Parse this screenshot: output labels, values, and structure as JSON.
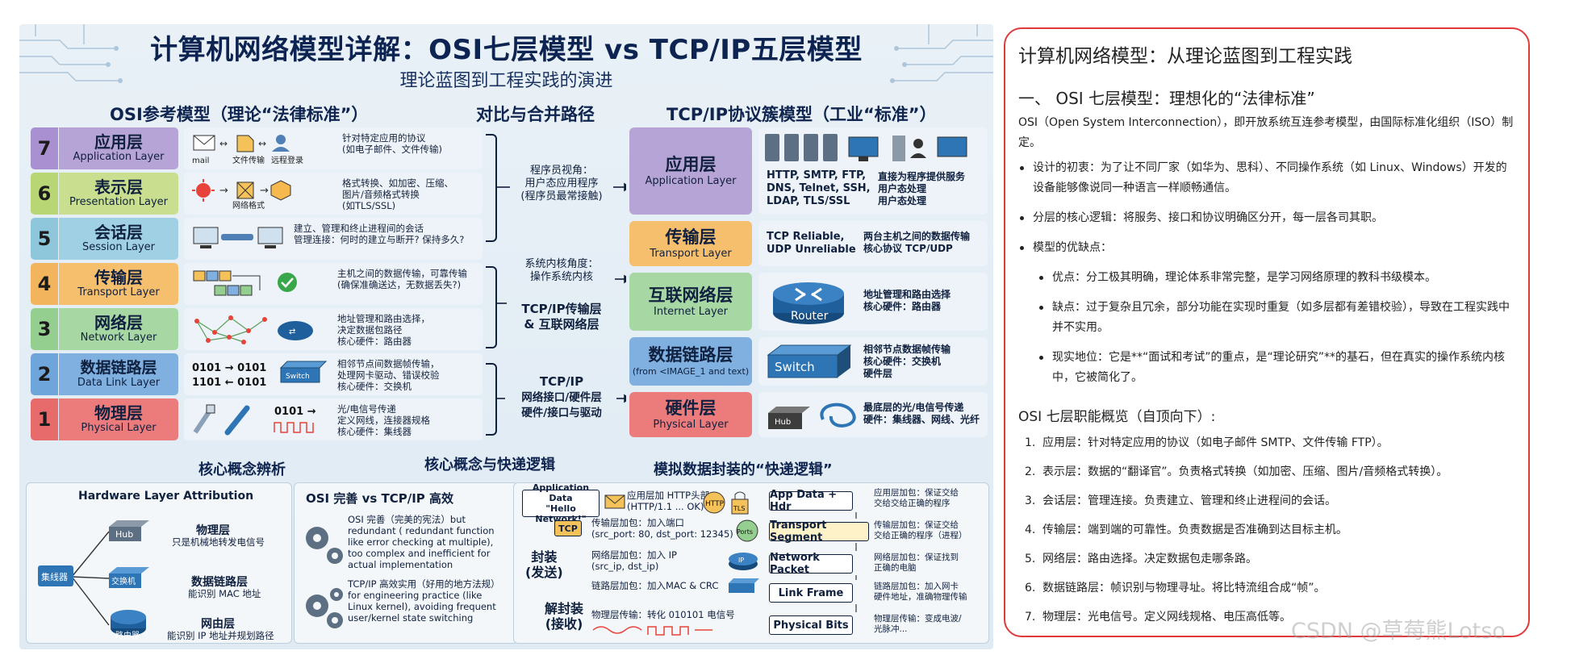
{
  "poster": {
    "title": "计算机网络模型详解：OSI七层模型 vs TCP/IP五层模型",
    "subtitle": "理论蓝图到工程实践的演进",
    "osi_head": "OSI参考模型（理论“法律标准”）",
    "mid_head": "对比与合并路径",
    "tcp_head": "TCP/IP协议簇模型（工业“标准”）",
    "osi_layers": [
      {
        "num": "7",
        "zh": "应用层",
        "en": "Application Layer",
        "desc": "针对特定应用的协议\n(如电子邮件、文件传输)",
        "icons": [
          "mail",
          "文件传输",
          "远程登录"
        ]
      },
      {
        "num": "6",
        "zh": "表示层",
        "en": "Presentation Layer",
        "desc": "格式转换、如加密、压缩、\n图片/音频格式转换\n(如TLS/SSL)",
        "icons": [
          "网络格式"
        ]
      },
      {
        "num": "5",
        "zh": "会话层",
        "en": "Session Layer",
        "desc": "建立、管理和终止进程间的会话\n管理连接：何时的建立与断开? 保持多久?",
        "icons": []
      },
      {
        "num": "4",
        "zh": "传输层",
        "en": "Transport Layer",
        "desc": "主机之间的数据传输，可靠传输\n(确保准确送达，无数据丢失?)",
        "icons": []
      },
      {
        "num": "3",
        "zh": "网络层",
        "en": "Network Layer",
        "desc": "地址管理和路由选择，\n决定数据包路径\n核心硬件：路由器",
        "icons": []
      },
      {
        "num": "2",
        "zh": "数据链路层",
        "en": "Data Link Layer",
        "desc": "相邻节点间数据帧传输，\n处理网卡驱动、错误校验\n核心硬件：交换机",
        "icons": [
          "0101 → 0101",
          "1101 ← 0101",
          "Switch"
        ]
      },
      {
        "num": "1",
        "zh": "物理层",
        "en": "Physical Layer",
        "desc": "光/电信号传递\n定义网线，连接器规格\n核心硬件：集线器",
        "icons": [
          "0101 →"
        ]
      }
    ],
    "mid": {
      "programmer": "程序员视角：\n用户态应用程序\n(程序员最常接触)",
      "kernel": "系统内核角度：\n操作系统内核",
      "tcpip_merge": "TCP/IP传输层\n& 互联网络层",
      "hw_merge_title": "TCP/IP",
      "hw_merge": "网络接口/硬件层\n硬件/接口与驱动"
    },
    "tcp_layers": [
      {
        "zh": "应用层",
        "en": "Application Layer",
        "a": "HTTP, SMTP, FTP,\nDNS, Telnet, SSH,\nLDAP, TLS/SSL",
        "b": "直接为程序提供服务\n用户态处理\n用户态处理"
      },
      {
        "zh": "传输层",
        "en": "Transport Layer",
        "a": "TCP Reliable,\nUDP Unreliable",
        "b": "两台主机之间的数据传输\n核心协议 TCP/UDP"
      },
      {
        "zh": "互联网络层",
        "en": "Internet Layer",
        "a": "Router",
        "b": "地址管理和路由选择\n核心硬件：路由器"
      },
      {
        "zh": "数据链路层",
        "en": "(from <IMAGE_1 and text)",
        "a": "Switch",
        "b": "相邻节点数据帧传输\n核心硬件：交换机\n硬件层"
      },
      {
        "zh": "硬件层",
        "en": "Physical Layer",
        "a": "Hub",
        "b": "最底层的光/电信号传递\n硬件：集线器、网线、光纤"
      }
    ],
    "bottom": {
      "core_concept": "核心概念辨析",
      "core_logic": "核心概念与快递逻辑",
      "encap_head": "模拟数据封装的“快递逻辑”",
      "hw_attr_title": "Hardware Layer Attribution",
      "hub": "Hub",
      "switch_label": "交换机",
      "router_label": "路由器",
      "hub_cn": "集线器",
      "phys_title": "物理层",
      "phys_desc": "只是机械地转发电信号",
      "dl_title": "数据链路层",
      "dl_desc": "能识别 MAC 地址",
      "net_title": "网由层",
      "net_desc": "能识别 IP 地址并规划路径",
      "vs_title": "OSI 完善 vs TCP/IP 高效",
      "vs1": "OSI 完善（完美的宪法）but\nredundant ( redundant function\nlike error checking at multiple),\ntoo complex and inefficient for\nactual implementation",
      "vs2": "TCP/IP 高效实用（好用的地方法规）\nfor engineering practice (like\nLinux kernel), avoiding frequent\nuser/kernel state switching",
      "app_data": "Application Data\n\"Hello Network!\"",
      "app_hdr_note": "应用层加 HTTP头部\n(HTTP/1.1 ... OK)",
      "http": "HTTP",
      "tls": "TLS",
      "tcp": "TCP",
      "ports": "Ports",
      "ip": "IP",
      "encap_label": "封装\n(发送)",
      "decap_label": "解封装\n(接收)",
      "tcp_note": "传输层加包：加入端口\n(src_port: 80, dst_port: 12345)",
      "ip_note": "网络层加包：加入 IP\n(src_ip, dst_ip)",
      "mac_note": "链路层加包：加入MAC & CRC",
      "phys_note": "物理层传输：转化 010101 电信号",
      "boxes": [
        "App Data + Hdr",
        "Transport Segment",
        "Network Packet",
        "Link Frame",
        "Physical Bits"
      ],
      "right_notes": [
        "应用层加包：保证交给\n交给交给正确的程序",
        "传输层加包：保证交给\n交给正确的程序（进程）",
        "网络层加包：保证找到\n正确的电脑",
        "链路层加包：加入网卡\n硬件地址，准确物理传输",
        "物理层传输：变成电波/\n光脉冲..."
      ]
    }
  },
  "article": {
    "title": "计算机网络模型：从理论蓝图到工程实践",
    "h2": "一、 OSI 七层模型：理想化的“法律标准”",
    "intro": "OSI（Open System Interconnection），即开放系统互连参考模型，由国际标准化组织（ISO）制定。",
    "bullets": [
      "设计的初衷：为了让不同厂家（如华为、思科）、不同操作系统（如 Linux、Windows）开发的设备能够像说同一种语言一样顺畅通信。",
      "分层的核心逻辑：将服务、接口和协议明确区分开，每一层各司其职。",
      "模型的优缺点："
    ],
    "sub_bullets": [
      "优点：分工极其明确，理论体系非常完整，是学习网络原理的教科书级模本。",
      "缺点：过于复杂且冗余，部分功能在实现时重复（如多层都有差错校验），导致在工程实践中并不实用。",
      "现实地位：它是**“面试和考试”的重点，是“理论研究”**的基石，但在真实的操作系统内核中，它被简化了。"
    ],
    "h3": "OSI 七层职能概览（自顶向下）:",
    "list": [
      "应用层：针对特定应用的协议（如电子邮件 SMTP、文件传输 FTP）。",
      "表示层：数据的“翻译官”。负责格式转换（如加密、压缩、图片/音频格式转换）。",
      "会话层：管理连接。负责建立、管理和终止进程间的会话。",
      "传输层：端到端的可靠性。负责数据是否准确到达目标主机。",
      "网络层：路由选择。决定数据包走哪条路。",
      "数据链路层：帧识别与物理寻址。将比特流组合成“帧”。",
      "物理层：光电信号。定义网线规格、电压高低等。"
    ],
    "list_nums": [
      "1.",
      "2.",
      "3.",
      "4.",
      "5.",
      "6.",
      "7."
    ]
  },
  "watermark": "CSDN @草莓熊Lotso",
  "colors": {
    "accent_border": "#e03a3a",
    "title_navy": "#0d2452"
  }
}
